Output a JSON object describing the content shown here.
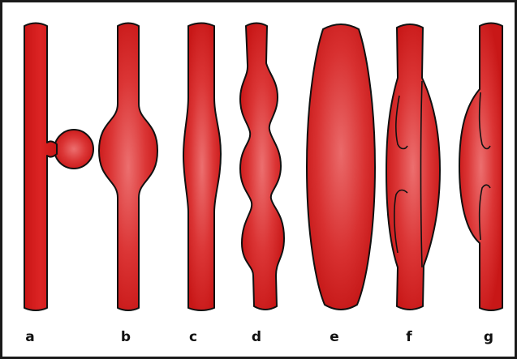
{
  "colors": {
    "vessel_red": "#d71a1a",
    "vessel_highlight": "#ec6f6f",
    "vessel_dark": "#b01010",
    "outline": "#111111",
    "frame": "#1a1a1a",
    "background": "#ffffff"
  },
  "vessels": [
    {
      "id": "a",
      "label": "a",
      "shape": "saccular-side-pouch"
    },
    {
      "id": "b",
      "label": "b",
      "shape": "fusiform-centered"
    },
    {
      "id": "c",
      "label": "c",
      "shape": "asymmetric-right-bulge"
    },
    {
      "id": "d",
      "label": "d",
      "shape": "multilobed"
    },
    {
      "id": "e",
      "label": "e",
      "shape": "diffuse-dilation"
    },
    {
      "id": "f",
      "label": "f",
      "shape": "dissection-true-false-lumen"
    },
    {
      "id": "g",
      "label": "g",
      "shape": "pseudoaneurysm-left-bulge"
    }
  ]
}
